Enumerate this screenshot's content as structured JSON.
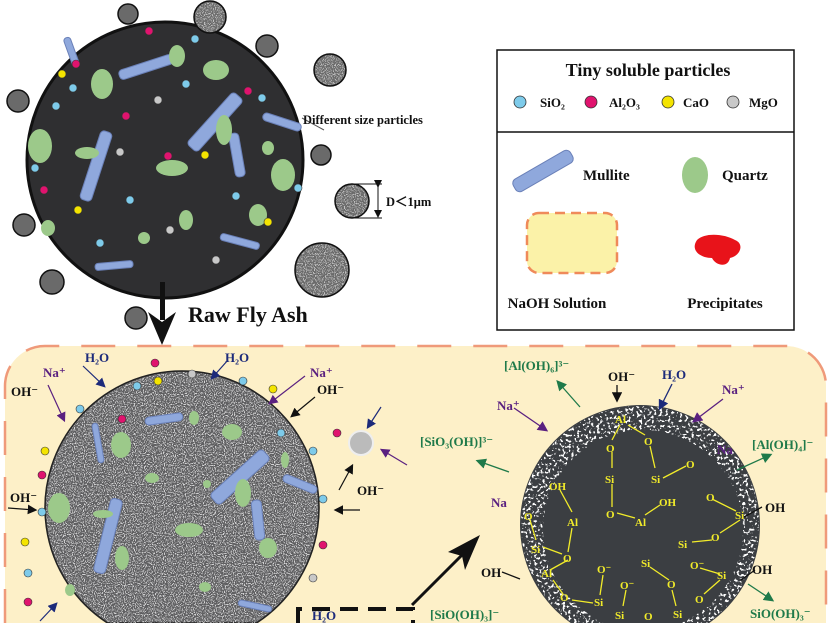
{
  "colors": {
    "sio2": "#7ecbea",
    "al2o3": "#e0136e",
    "cao": "#f4e400",
    "mgo": "#c8c8c8",
    "mullite": "#8fa8dc",
    "quartz": "#9cc98a",
    "naoh_fill": "#fbf2a8",
    "naoh_border": "#ef8a5a",
    "precipitate": "#e8131a",
    "panel_bg": "#fdf0c8"
  },
  "top": {
    "particles_label": "Different size particles",
    "diameter_label": "D＜1μm",
    "raw_label": "Raw Fly Ash"
  },
  "legend": {
    "title": "Tiny soluble particles",
    "items": [
      {
        "label": "SiO₂"
      },
      {
        "label": "Al₂O₃"
      },
      {
        "label": "CaO"
      },
      {
        "label": "MgO"
      }
    ],
    "mullite": "Mullite",
    "quartz": "Quartz",
    "naoh": "NaOH Solution",
    "precipitates": "Precipitates"
  },
  "left_panel": {
    "labels": [
      "Na⁺",
      "H₂O",
      "H₂O",
      "Na⁺",
      "OH⁻",
      "OH⁻",
      "OH⁻",
      "OH⁻",
      "H₂O"
    ]
  },
  "right_panel": {
    "outer": [
      "[Al(OH)₆]³⁻",
      "OH⁻",
      "H₂O",
      "Na⁺",
      "Na⁺",
      "[SiO₃(OH)]³⁻",
      "[Al(OH)₄]⁻",
      "OH",
      "SiO(OH)₃⁻",
      "[SiO(OH)₃]⁻",
      "OH",
      "OH",
      "Na",
      "Na"
    ],
    "structure": [
      "Al",
      "O",
      "O",
      "Si",
      "Si",
      "O",
      "OH",
      "OH",
      "Al",
      "O",
      "Al",
      "O",
      "Si",
      "O",
      "Si",
      "O",
      "Si",
      "O",
      "Al",
      "O⁻",
      "Si",
      "O⁻",
      "Si",
      "O",
      "Si",
      "O⁻",
      "O",
      "O",
      "Si",
      "Si",
      "O"
    ]
  }
}
